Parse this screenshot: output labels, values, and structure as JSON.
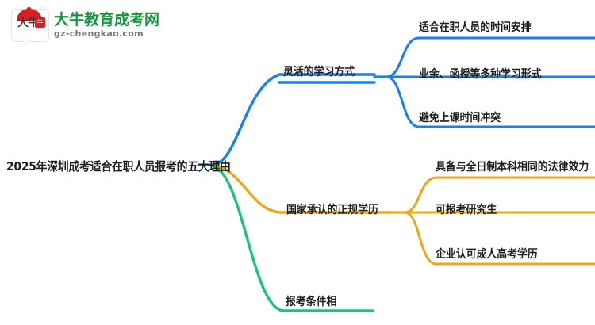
{
  "logo": {
    "mark_text": "大牛",
    "seal_glyph": "牛",
    "title": "大牛教育成考网",
    "subtitle": "gz-chengkao.com",
    "brand_green": "#1a9141",
    "brand_red": "#d81f26"
  },
  "mindmap": {
    "root": {
      "label": "2025年深圳成考适合在职人员报考的五大理由"
    },
    "branches": [
      {
        "label": "灵活的学习方式",
        "color": "#1a7ff0",
        "children": [
          {
            "label": "适合在职人员的时间安排"
          },
          {
            "label": "业余、函授等多种学习形式"
          },
          {
            "label": "避免上课时间冲突"
          }
        ]
      },
      {
        "label": "国家承认的正规学历",
        "color": "#f0a61a",
        "children": [
          {
            "label": "具备与全日制本科相同的法律效力"
          },
          {
            "label": "可报考研究生"
          },
          {
            "label": "企业认可成人高考学历"
          }
        ]
      },
      {
        "label": "报考条件相",
        "color": "#1ec27a",
        "children": []
      }
    ]
  }
}
